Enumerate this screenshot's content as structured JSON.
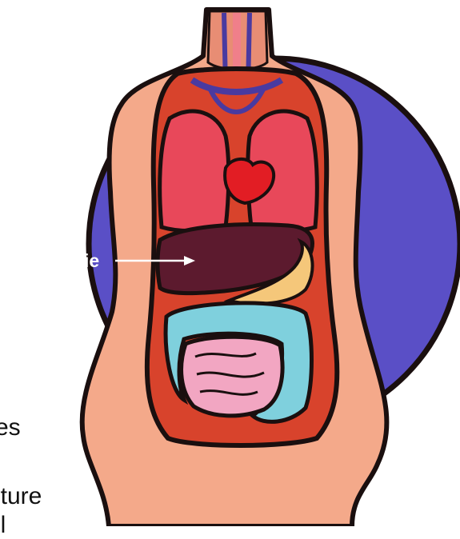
{
  "annotation": {
    "label": "Le foie"
  },
  "background_text": [
    "es",
    "lture",
    "il"
  ],
  "colors": {
    "circle": "#5a4fc6",
    "skin": "#f4a98a",
    "outline": "#1a0f0f",
    "lungs": "#e8485a",
    "heart": "#e21d24",
    "liver": "#5c1a2e",
    "stomach": "#f5c77a",
    "large_intestine": "#7fd0dd",
    "small_intestine": "#f2a6c2"
  }
}
